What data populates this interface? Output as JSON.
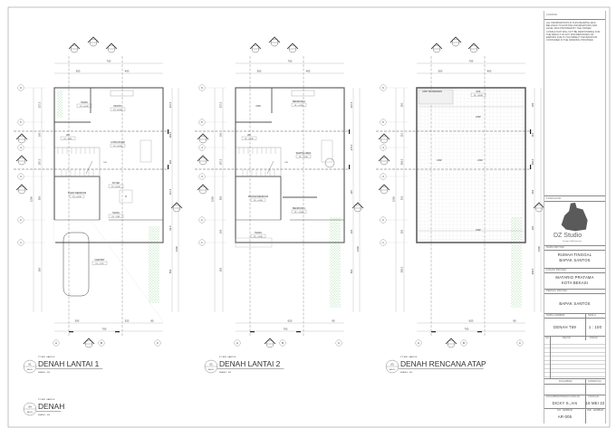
{
  "notes": {
    "heading": "CATATAN",
    "text": "ALL INFORMATIONS IN THIS DRAWING WAS BELONGS TO EXISTING INFORMATIONS AND LEVEL WAS PROVIDED BY THE OWNER. CONSULTANT WILL NOT BE RESPONSIBLE FOR THE RESULT OF ANY DISCREPANCIES OR ERRORS DUE TO INCORRECT INFORMATION CONTAINED IN THE DRAWING PROVIDED."
  },
  "title_block": {
    "consultant_heading": "KONSULTAN",
    "logo_text": "DZ Studio",
    "logo_tagline": "Design & Architecture",
    "project_heading": "NAMA PROYEK",
    "project_name": [
      "RUMAH TINGGAL",
      "BAPAK SANTOS"
    ],
    "location_heading": "LOKASI PROYEK",
    "location": [
      "MATARIO PRATAMA",
      "KOTA BEKASI"
    ],
    "owner_heading": "PEMILIK PROYEK",
    "owner": "BAPAK SANTOS",
    "drawing_heading": "NAMA GAMBAR",
    "scale_heading": "SKALA",
    "drawing_name": "DENAH T59",
    "scale": "1 : 100",
    "revision_headers": [
      "NO",
      "REVISI",
      "PARAF"
    ],
    "drawn_heading": "DIGAMBAR",
    "checked_heading": "DIPERIKSA",
    "drafter_heading": "DIGAMBAR/DIRENCANAKAN",
    "date_heading": "TANGGAL",
    "drafter": "DICKY S.,Ars",
    "date": "16 MEI 22",
    "sheet_heading": "NO. LEMBAR",
    "sheet_count_heading": "JML. LEMBAR",
    "sheet_no": "AR-005"
  },
  "plans": [
    {
      "title": "DENAH LANTAI 1",
      "owner_tag": "PT. BPK. SANTOS",
      "scale": "SKALA 1 : 100",
      "number": "01",
      "ref": "AR-05",
      "top_dims": {
        "total": "700",
        "parts": [
          "300",
          "400"
        ]
      },
      "bottom_dims": {
        "total": "700",
        "parts": [
          "300",
          "320",
          "80"
        ]
      },
      "left_dims": {
        "total": "1500",
        "parts": [
          "237.5",
          "100",
          "187.5",
          "300",
          "500"
        ]
      },
      "right_dims": {
        "total": "1500",
        "parts": [
          "237.5",
          "262.5",
          "200",
          "107.5",
          "62.5",
          "500"
        ]
      },
      "rooms": [
        {
          "name": "TERAS",
          "level": "FL. ±0.00"
        },
        {
          "name": "PANTRY",
          "level": "FL. ±0.00"
        },
        {
          "name": "WC",
          "level": "FL. -0.05"
        },
        {
          "name": "LIVING ROOM",
          "level": "FL. ±0.00"
        },
        {
          "name": "FOYER",
          "level": "FL. ±0.00"
        },
        {
          "name": "GUEST BEDROOM",
          "level": "FL. ±0.00"
        },
        {
          "name": "TERAS",
          "level": "FL. -0.05"
        },
        {
          "name": "CARPORT",
          "level": "FL. -0.10"
        }
      ],
      "stair_label": "DN"
    },
    {
      "title": "DENAH LANTAI 2",
      "owner_tag": "PT. BPK. SANTOS",
      "scale": "SKALA 1 : 100",
      "number": "02",
      "ref": "AR-05",
      "top_dims": {
        "total": "700",
        "parts": [
          "300",
          "400"
        ]
      },
      "bottom_dims": {
        "total": "700",
        "parts": [
          "620",
          "80"
        ]
      },
      "left_dims": {
        "total": "1500",
        "parts": [
          "237.5",
          "100",
          "187.5",
          "300",
          "100",
          "500"
        ]
      },
      "right_dims": {
        "total": "1500",
        "parts": [
          "237.5",
          "275.5",
          "187",
          "100",
          "500"
        ]
      },
      "rooms": [
        {
          "name": "VOID",
          "level": ""
        },
        {
          "name": "BEDROOM 2",
          "level": "FL. +4.00"
        },
        {
          "name": "WC",
          "level": "FL. +3.95"
        },
        {
          "name": "SEATING AREA",
          "level": "FL. +4.00"
        },
        {
          "name": "MASTER BEDROOM",
          "level": "FL. +4.00"
        },
        {
          "name": "BEDROOM 1",
          "level": "FL. +4.00"
        },
        {
          "name": "TERAS",
          "level": "FL. +4.00"
        }
      ],
      "stair_label": "DN"
    },
    {
      "title": "DENAH RENCANA ATAP",
      "owner_tag": "PT. BPK. SANTOS",
      "scale": "SKALA 1 : 100",
      "number": "03",
      "ref": "AR-05",
      "top_dims": {
        "total": "700",
        "parts": [
          "300",
          "400"
        ]
      },
      "bottom_dims": {
        "total": "700",
        "parts": [
          "620",
          "80"
        ]
      },
      "left_dims": {
        "total": "1500",
        "parts": [
          "200",
          "115",
          "262.5",
          "315",
          "200",
          "392.5"
        ]
      },
      "right_dims": {
        "total": "1500",
        "parts": [
          "150",
          "115",
          "262.5",
          "202",
          "200",
          "392.5"
        ]
      },
      "rooms": [
        {
          "name": "ATAP TRANSPARAN",
          "level": ""
        },
        {
          "name": "DAK",
          "level": "FL. +8.00"
        },
        {
          "name": "ATAP",
          "level": ""
        },
        {
          "name": "ATAP",
          "level": ""
        },
        {
          "name": "ATAP",
          "level": ""
        },
        {
          "name": "ATAP",
          "level": ""
        }
      ],
      "stair_label": ""
    },
    {
      "title": "DENAH",
      "owner_tag": "PT. BPK. SANTOS",
      "scale": "SKALA 1 : 100",
      "number": "04",
      "ref": "AR-05"
    }
  ],
  "grid": {
    "cols": [
      "A",
      "B",
      "C"
    ],
    "rows": [
      "6",
      "5",
      "4",
      "3",
      "2",
      "1"
    ]
  },
  "colors": {
    "line": "#444444",
    "wall": "#555555",
    "grid": "#999999",
    "landscape": "#6fc36f"
  }
}
